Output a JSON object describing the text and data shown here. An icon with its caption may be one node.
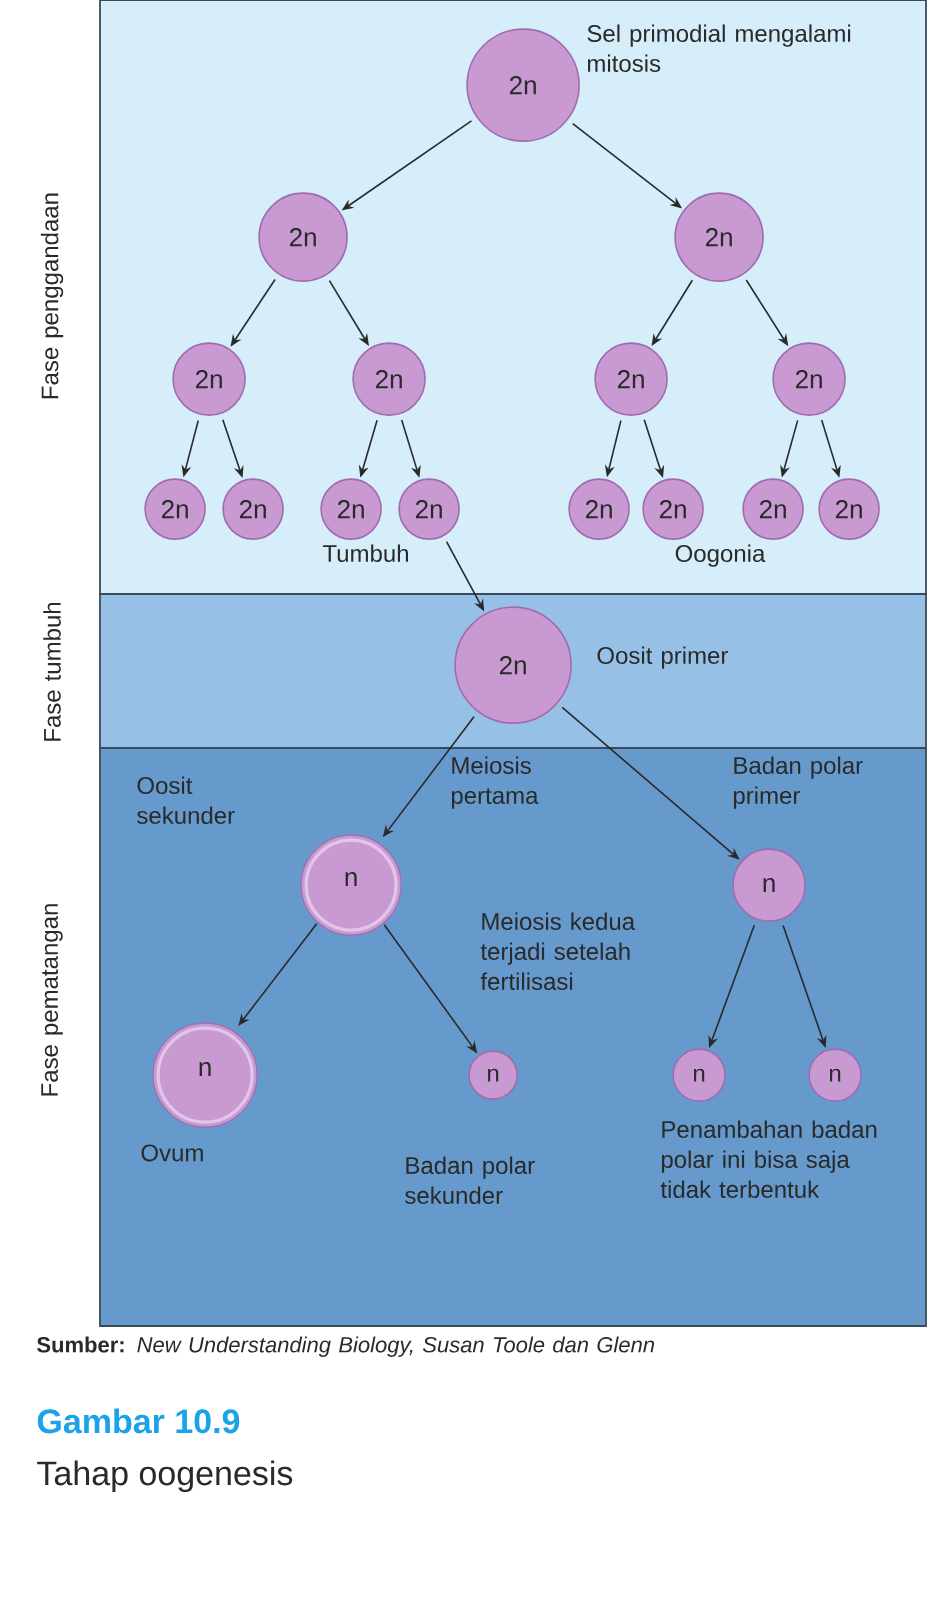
{
  "diagram": {
    "title": "Gambar 10.9",
    "caption": "Tahap oogenesis",
    "nodes": [
      {
        "text": [
          "Fase penggandaan"
        ]
      },
      {
        "text": [
          "2n"
        ],
        "in": 0,
        "beside": [
          "Sel primodial mengalami mitosis"
        ]
      },
      {
        "text": [
          "2n"
        ],
        "in": 0
      },
      {
        "text": [
          "2n"
        ],
        "in": 0
      },
      {
        "text": [
          "2n"
        ],
        "in": 0
      },
      {
        "text": [
          "2n"
        ],
        "in": 0
      },
      {
        "text": [
          "2n"
        ],
        "in": 0
      },
      {
        "text": [
          "2n"
        ],
        "in": 0
      },
      {
        "text": [
          "2n"
        ],
        "in": 0
      },
      {
        "text": [
          "2n"
        ],
        "in": 0
      },
      {
        "text": [
          "2n"
        ],
        "in": 0
      },
      {
        "text": [
          "2n"
        ],
        "in": 0
      },
      {
        "text": [
          "2n"
        ],
        "in": 0
      },
      {
        "text": [
          "2n"
        ],
        "in": 0
      },
      {
        "text": [
          "2n"
        ],
        "in": 0
      },
      {
        "text": [
          "2n"
        ],
        "in": 0
      },
      {
        "text": [
          "Fase tumbuh"
        ]
      },
      {
        "text": [
          "2n"
        ],
        "in": 16,
        "beside": [
          "Oosit primer"
        ]
      },
      {
        "text": [
          "Fase pematangan"
        ]
      },
      {
        "text": [
          "n"
        ],
        "in": 18,
        "beside": [
          "Oosit sekunder"
        ]
      },
      {
        "text": [
          "n"
        ],
        "in": 18,
        "beside": [
          "Badan polar primer"
        ]
      },
      {
        "text": [
          "n"
        ],
        "in": 18,
        "beside": [
          "Ovum"
        ]
      },
      {
        "text": [
          "n"
        ],
        "in": 18,
        "beside": [
          "Badan polar sekunder"
        ]
      },
      {
        "text": [
          "n"
        ],
        "in": 18
      },
      {
        "text": [
          "n"
        ],
        "in": 18
      }
    ],
    "edges": [
      {
        "from": 1,
        "to": 2,
        "arrow": "to"
      },
      {
        "from": 1,
        "to": 3,
        "arrow": "to"
      },
      {
        "from": 2,
        "to": 4,
        "arrow": "to"
      },
      {
        "from": 2,
        "to": 5,
        "arrow": "to"
      },
      {
        "from": 3,
        "to": 6,
        "arrow": "to"
      },
      {
        "from": 3,
        "to": 7,
        "arrow": "to"
      },
      {
        "from": 4,
        "to": 8,
        "arrow": "to"
      },
      {
        "from": 4,
        "to": 9,
        "arrow": "to"
      },
      {
        "from": 5,
        "to": 10,
        "arrow": "to"
      },
      {
        "from": 5,
        "to": 11,
        "arrow": "to"
      },
      {
        "from": 6,
        "to": 12,
        "arrow": "to"
      },
      {
        "from": 6,
        "to": 13,
        "arrow": "to"
      },
      {
        "from": 7,
        "to": 14,
        "arrow": "to"
      },
      {
        "from": 7,
        "to": 15,
        "arrow": "to"
      },
      {
        "from": 11,
        "to": 17,
        "arrow": "to"
      },
      {
        "from": 17,
        "to": 19,
        "arrow": "to"
      },
      {
        "from": 17,
        "to": 20,
        "arrow": "to"
      },
      {
        "from": 19,
        "to": 21,
        "arrow": "to"
      },
      {
        "from": 19,
        "to": 22,
        "arrow": "to"
      },
      {
        "from": 20,
        "to": 23,
        "arrow": "to"
      },
      {
        "from": 20,
        "to": 24,
        "arrow": "to"
      }
    ],
    "labels": [
      "Tumbuh",
      "Oogonia",
      "Meiosis pertama",
      "Meiosis kedua terjadi setelah fertilisasi",
      "Penambahan badan polar ini bisa saja tidak terbentuk",
      "**Sumber:** *New Understanding Biology, Susan Toole dan Glenn*"
    ]
  }
}
